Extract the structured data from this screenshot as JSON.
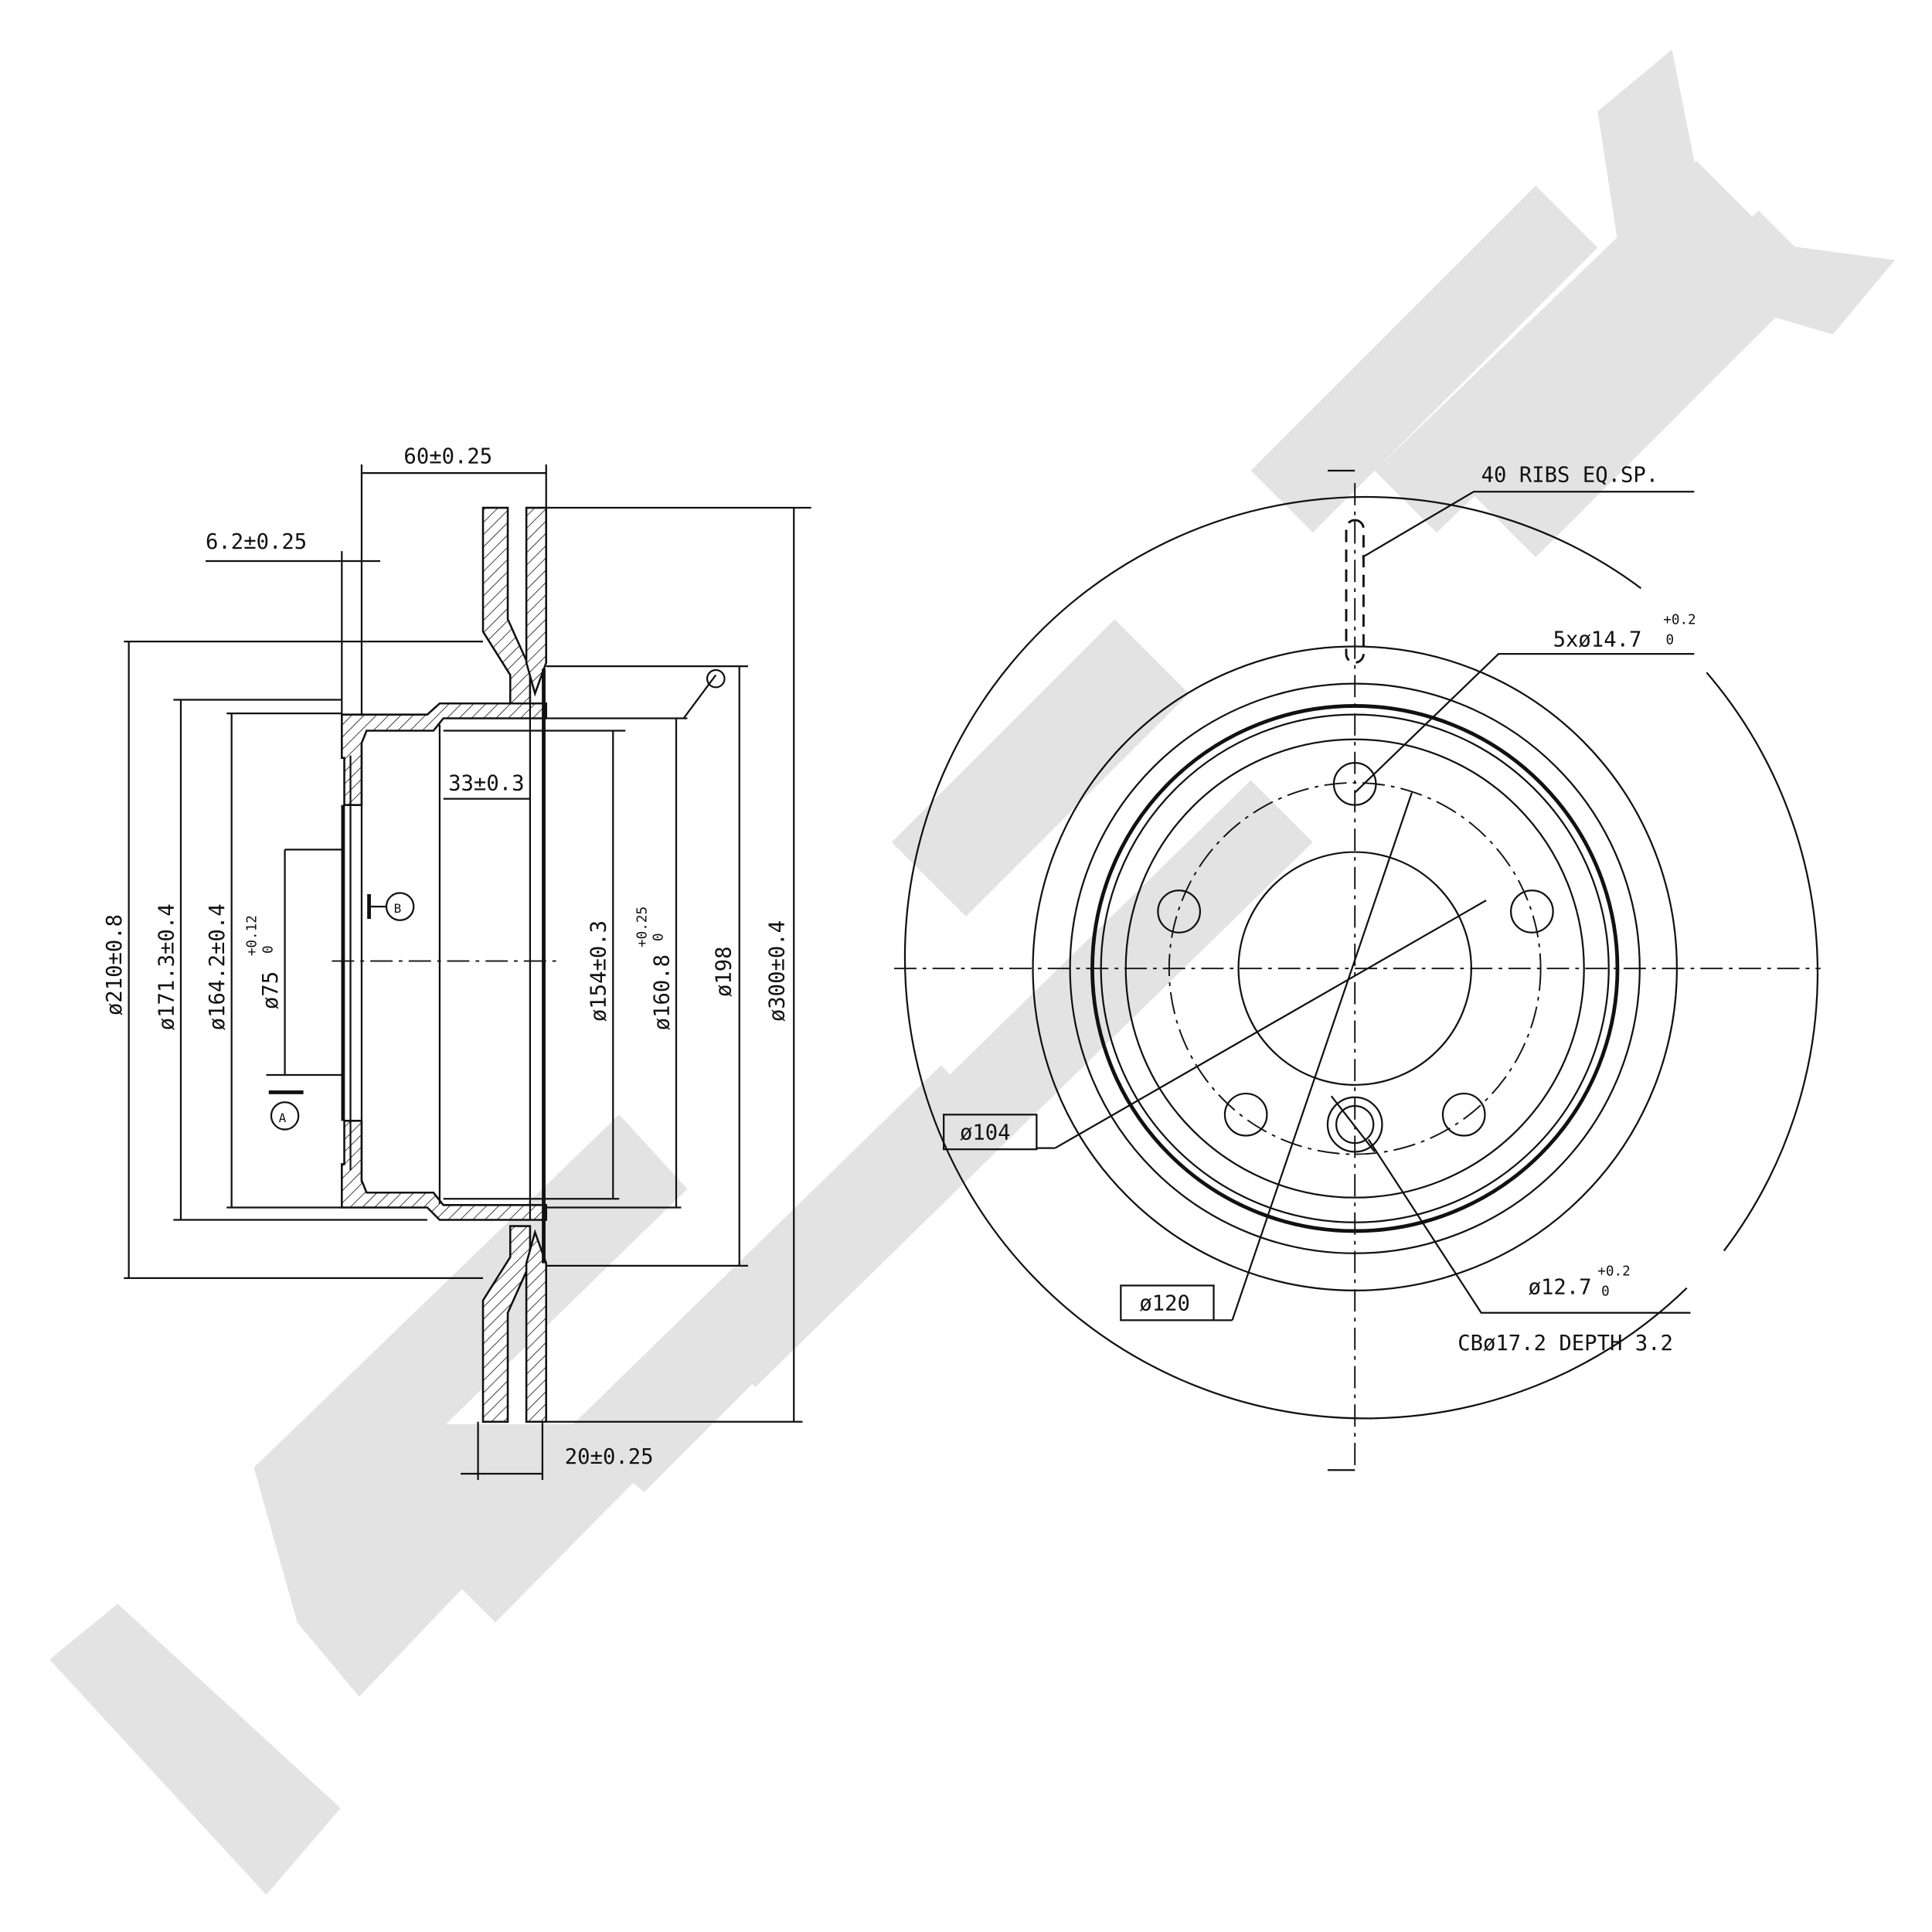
{
  "watermark": {
    "text": "ZENMEK",
    "color": "#e3e3e3"
  },
  "side_view": {
    "dims": {
      "overall_height": "60±0.25",
      "hat_thickness": "6.2±0.25",
      "inner_depth": "33±0.3",
      "disc_thickness": "20±0.25",
      "d210": "ø210±0.8",
      "d171": "ø171.3±0.4",
      "d164": "ø164.2±0.4",
      "d75": "ø75",
      "d75_tol_upper": "+0.12",
      "d75_tol_lower": "0",
      "d154": "ø154±0.3",
      "d160": "ø160.8",
      "d160_tol_upper": "+0.25",
      "d160_tol_lower": "0",
      "d198": "ø198",
      "d300": "ø300±0.4"
    },
    "datum_a": "A",
    "datum_b": "B"
  },
  "front_view": {
    "ribs_note": "40 RIBS EQ.SP.",
    "bolt_holes": "5xø14.7",
    "bolt_holes_tol_upper": "+0.2",
    "bolt_holes_tol_lower": "0",
    "pcd_box": "ø104",
    "pcd2_box": "ø120",
    "pin_hole": "ø12.7",
    "pin_hole_tol_upper": "+0.2",
    "pin_hole_tol_lower": "0",
    "counterbore": "CBø17.2 DEPTH 3.2"
  }
}
